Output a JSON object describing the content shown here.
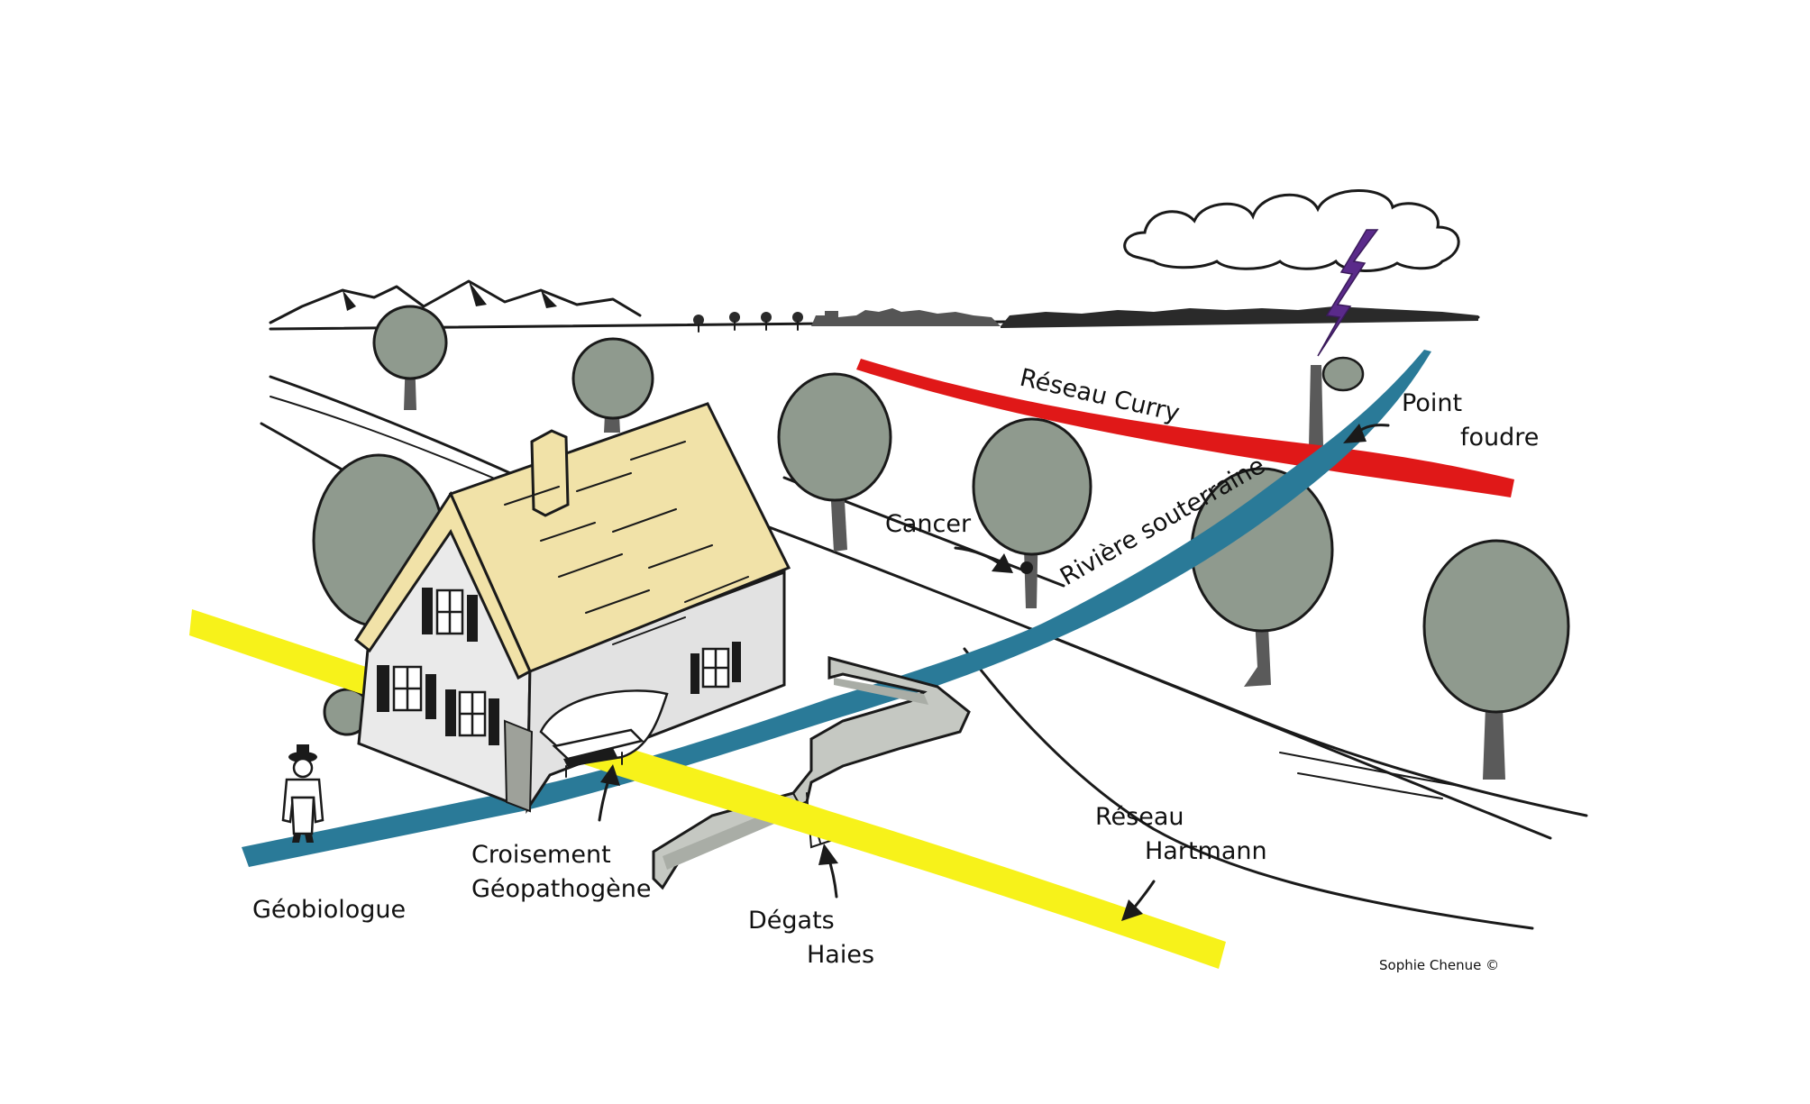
{
  "labels": {
    "curry": "Réseau Curry",
    "point": "Point",
    "foudre": "foudre",
    "cancer": "Cancer",
    "riviere": "Rivière souterraine",
    "reseau": "Réseau",
    "hartmann": "Hartmann",
    "croisement": "Croisement",
    "geopathogene": "Géopathogène",
    "degats": "Dégats",
    "haies": "Haies",
    "geobiologue": "Géobiologue"
  },
  "credit": "Sophie Chenue ©",
  "colors": {
    "curry": "#e01818",
    "river": "#2a7a98",
    "hartmann": "#f7f21a",
    "lightning": "#5a2a8a",
    "foliage": "#8f9a8e",
    "roof": "#f1e2a8",
    "wall": "#eaeaea",
    "stone": "#c5c8c2"
  }
}
